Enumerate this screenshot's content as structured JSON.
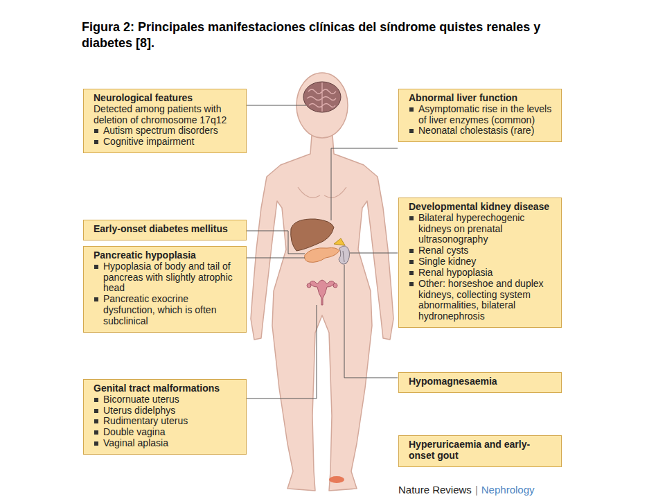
{
  "diagram": {
    "title": "Figura 2: Principales manifestaciones clínicas del síndrome quistes renales y diabetes [8].",
    "nodes": [
      {
        "text": [
          "Neurological features",
          "Detected among patients with deletion of chromosome 17q12",
          "Autism spectrum disorders",
          "Cognitive impairment"
        ]
      },
      {
        "text": [
          "Abnormal liver function",
          "Asymptomatic rise in the levels of liver enzymes (common)",
          "Neonatal cholestasis (rare)"
        ]
      },
      {
        "text": [
          "Early-onset diabetes mellitus"
        ]
      },
      {
        "text": [
          "Pancreatic hypoplasia",
          "Hypoplasia of body and tail of pancreas with slightly atrophic head",
          "Pancreatic exocrine dysfunction, which is often subclinical"
        ]
      },
      {
        "text": [
          "Developmental kidney disease",
          "Bilateral hyperechogenic kidneys on prenatal ultrasonography",
          "Renal cysts",
          "Single kidney",
          "Renal hypoplasia",
          "Other: horseshoe and duplex kidneys, collecting system abnormalities, bilateral hydronephrosis"
        ]
      },
      {
        "text": [
          "Hypomagnesaemia"
        ]
      },
      {
        "text": [
          "Genital tract malformations",
          "Bicornuate uterus",
          "Uterus didelphys",
          "Rudimentary uterus",
          "Double vagina",
          "Vaginal aplasia"
        ]
      },
      {
        "text": [
          "Hyperuricaemia and early-onset gout"
        ]
      }
    ],
    "labels": [
      "Nature Reviews",
      "|",
      "Nephrology"
    ]
  }
}
